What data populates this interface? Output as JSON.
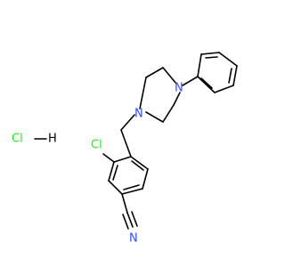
{
  "molecule": {
    "atoms": {
      "piperazine_n_top": {
        "symbol": "N"
      },
      "piperazine_n_bottom": {
        "symbol": "N"
      },
      "nitrile_n": {
        "symbol": "N"
      },
      "chloro": {
        "symbol": "Cl"
      },
      "hcl_cl": {
        "symbol": "Cl"
      },
      "hcl_h": {
        "symbol": "H"
      }
    },
    "colors": {
      "nitrogen": "#3050F8",
      "chlorine": "#1FF01F",
      "bond": "#000000",
      "text": "#000000"
    }
  }
}
